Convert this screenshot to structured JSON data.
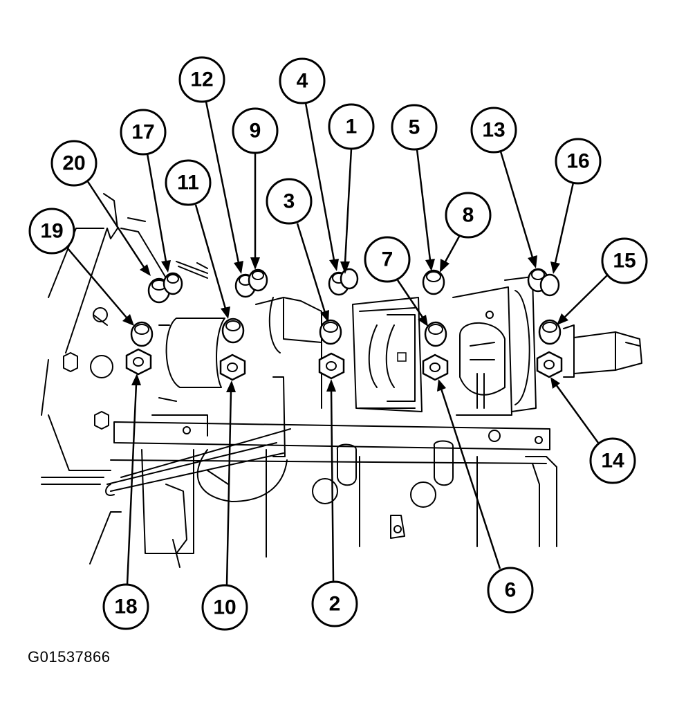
{
  "figure_id": "G01537866",
  "callouts": [
    "1",
    "2",
    "3",
    "4",
    "5",
    "6",
    "7",
    "8",
    "9",
    "10",
    "11",
    "12",
    "13",
    "14",
    "15",
    "16",
    "17",
    "18",
    "19",
    "20"
  ],
  "colors": {
    "ink": "#000000",
    "paper": "#ffffff"
  }
}
